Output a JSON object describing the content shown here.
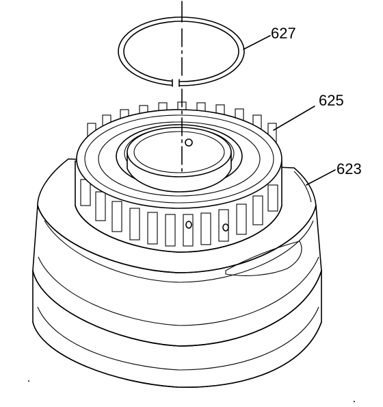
{
  "diagram": {
    "callouts": [
      {
        "id": "snap-ring",
        "label": "627"
      },
      {
        "id": "sun-gear-shell",
        "label": "625"
      },
      {
        "id": "drum-housing",
        "label": "623"
      }
    ]
  }
}
